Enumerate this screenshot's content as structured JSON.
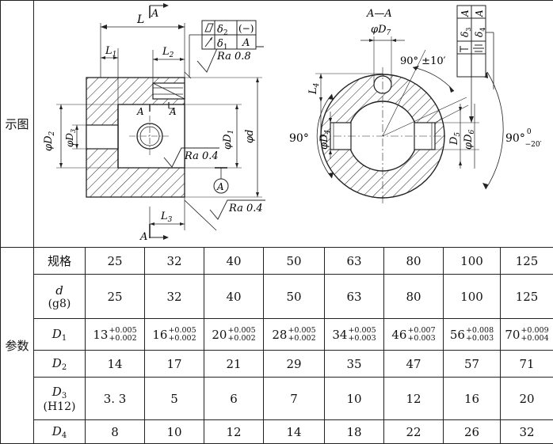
{
  "labels": {
    "diagram": "示图",
    "params": "参数",
    "spec": "规格"
  },
  "drawing": {
    "section_label": "A—A",
    "section_mark": "A",
    "L": "L",
    "L1": "L",
    "L1_sub": "1",
    "L2": "L",
    "L2_sub": "2",
    "L3": "L",
    "L3_sub": "3",
    "L4": "L",
    "L4_sub": "4",
    "D1": "φD",
    "D1_sub": "1",
    "D2": "φD",
    "D2_sub": "2",
    "D3": "φD",
    "D3_sub": "3",
    "D4": "φD",
    "D4_sub": "4",
    "D5": "D",
    "D5_sub": "5",
    "D6": "φD",
    "D6_sub": "6",
    "D7": "φD",
    "D7_sub": "7",
    "d": "φd",
    "ra08": "Ra 0.8",
    "ra04a": "Ra 0.4",
    "ra04b": "Ra 0.4",
    "angle90": "90°",
    "angle90pm": "90° ±10′",
    "angle90tol": "90°",
    "angle90tol_up": "0",
    "angle90tol_low": "−20′",
    "datum": "A",
    "fcf_left_delta2": "δ",
    "fcf_left_delta2_sub": "2",
    "fcf_left_paren": "(−)",
    "fcf_left_delta1": "δ",
    "fcf_left_delta1_sub": "1",
    "fcf_left_A": "A",
    "fcf_right_delta3": "δ",
    "fcf_right_delta3_sub": "3",
    "fcf_right_A1": "A",
    "fcf_right_delta4": "δ",
    "fcf_right_delta4_sub": "4",
    "fcf_right_A2": "A"
  },
  "table": {
    "sizes": [
      "25",
      "32",
      "40",
      "50",
      "63",
      "80",
      "100",
      "125"
    ],
    "rows": [
      {
        "key": "d",
        "label": "d",
        "label_sub": "",
        "label2": "(g8)",
        "values": [
          "25",
          "32",
          "40",
          "50",
          "63",
          "80",
          "100",
          "125"
        ]
      },
      {
        "key": "D1",
        "label": "D",
        "label_sub": "1",
        "label2": "",
        "values": [
          {
            "base": "13",
            "up": "+0.005",
            "low": "+0.002"
          },
          {
            "base": "16",
            "up": "+0.005",
            "low": "+0.002"
          },
          {
            "base": "20",
            "up": "+0.005",
            "low": "+0.002"
          },
          {
            "base": "28",
            "up": "+0.005",
            "low": "+0.002"
          },
          {
            "base": "34",
            "up": "+0.005",
            "low": "+0.003"
          },
          {
            "base": "46",
            "up": "+0.007",
            "low": "+0.003"
          },
          {
            "base": "56",
            "up": "+0.008",
            "low": "+0.003"
          },
          {
            "base": "70",
            "up": "+0.009",
            "low": "+0.004"
          }
        ]
      },
      {
        "key": "D2",
        "label": "D",
        "label_sub": "2",
        "label2": "",
        "values": [
          "14",
          "17",
          "21",
          "29",
          "35",
          "47",
          "57",
          "71"
        ]
      },
      {
        "key": "D3",
        "label": "D",
        "label_sub": "3",
        "label2": "(H12)",
        "values": [
          "3. 3",
          "5",
          "6",
          "7",
          "10",
          "12",
          "16",
          "20"
        ]
      },
      {
        "key": "D4",
        "label": "D",
        "label_sub": "4",
        "label2": "",
        "values": [
          "8",
          "10",
          "12",
          "14",
          "18",
          "22",
          "26",
          "32"
        ]
      }
    ]
  }
}
